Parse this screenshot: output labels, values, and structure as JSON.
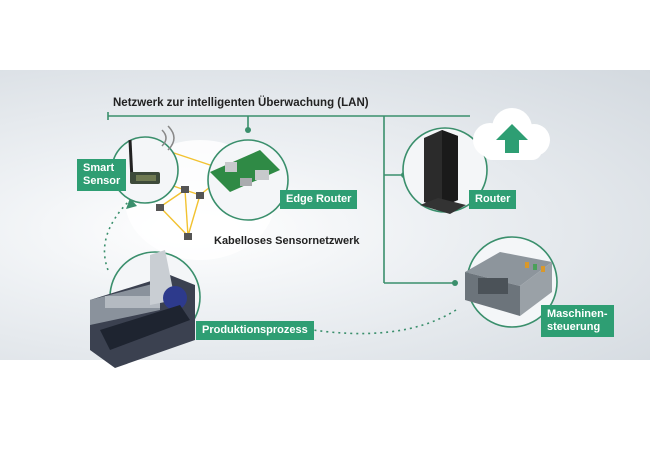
{
  "network_label": "Netzwerk zur intelligenten Überwachung (LAN)",
  "wireless_label": "Kabelloses Sensornetzwerk",
  "nodes": {
    "smart_sensor": "Smart\nSensor",
    "edge_router": "Edge Router",
    "router": "Router",
    "machine_control": "Maschinen-\nsteuerung",
    "production_process": "Produktionsprozess"
  },
  "colors": {
    "accent_green": "#2e9e73",
    "line_green": "#3a8f6c",
    "wireless_yellow": "#f2c230",
    "upload_arrow": "#2e9e73"
  },
  "icons": [
    "cloud-upload-icon",
    "wifi-signal-icon",
    "antenna-icon"
  ]
}
